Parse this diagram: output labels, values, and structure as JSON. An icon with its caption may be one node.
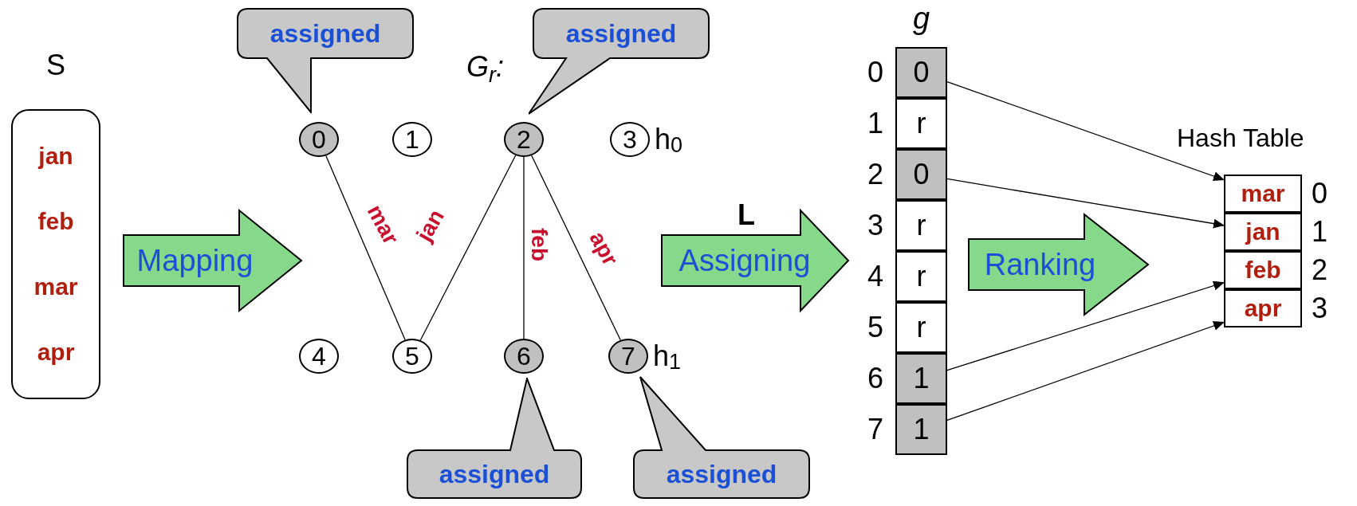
{
  "diagram": {
    "nodes": [
      {
        "text": [
          "S",
          "jan",
          "feb",
          "mar",
          "apr"
        ]
      },
      {
        "text": [
          "assigned"
        ]
      },
      {
        "text": [
          "assigned"
        ]
      },
      {
        "text": [
          "0"
        ]
      },
      {
        "text": [
          "1"
        ]
      },
      {
        "text": [
          "2"
        ]
      },
      {
        "text": [
          "3"
        ],
        "beside": [
          "h$_{0}$"
        ]
      },
      {
        "text": [
          "4"
        ]
      },
      {
        "text": [
          "5"
        ]
      },
      {
        "text": [
          "6"
        ]
      },
      {
        "text": [
          "7"
        ],
        "beside": [
          "h$_{1}$"
        ]
      },
      {
        "text": [
          "assigned"
        ]
      },
      {
        "text": [
          "assigned"
        ]
      },
      {
        "text": [
          "g"
        ]
      },
      {
        "text": [
          "0"
        ],
        "in": 13,
        "beside": [
          "0"
        ]
      },
      {
        "text": [
          "r"
        ],
        "in": 13,
        "beside": [
          "1"
        ]
      },
      {
        "text": [
          "0"
        ],
        "in": 13,
        "beside": [
          "2"
        ]
      },
      {
        "text": [
          "r"
        ],
        "in": 13,
        "beside": [
          "3"
        ]
      },
      {
        "text": [
          "r"
        ],
        "in": 13,
        "beside": [
          "4"
        ]
      },
      {
        "text": [
          "r"
        ],
        "in": 13,
        "beside": [
          "5"
        ]
      },
      {
        "text": [
          "1"
        ],
        "in": 13,
        "beside": [
          "6"
        ]
      },
      {
        "text": [
          "1"
        ],
        "in": 13,
        "beside": [
          "7"
        ]
      },
      {
        "text": [
          "Hash Table"
        ]
      },
      {
        "text": [
          "mar"
        ],
        "in": 22,
        "beside": [
          "0"
        ]
      },
      {
        "text": [
          "jan"
        ],
        "in": 22,
        "beside": [
          "1"
        ]
      },
      {
        "text": [
          "feb"
        ],
        "in": 22,
        "beside": [
          "2"
        ]
      },
      {
        "text": [
          "apr"
        ],
        "in": 22,
        "beside": [
          "3"
        ]
      }
    ],
    "edges": [
      {
        "from": 3,
        "to": 8,
        "arrow": "none",
        "label": "mar"
      },
      {
        "from": 8,
        "to": 5,
        "arrow": "none",
        "label": "jan"
      },
      {
        "from": 5,
        "to": 9,
        "arrow": "none",
        "label": "feb"
      },
      {
        "from": 5,
        "to": 10,
        "arrow": "none",
        "label": "apr"
      },
      {
        "from": 14,
        "to": 23,
        "arrow": "to"
      },
      {
        "from": 16,
        "to": 24,
        "arrow": "to"
      },
      {
        "from": 20,
        "to": 25,
        "arrow": "to"
      },
      {
        "from": 21,
        "to": 26,
        "arrow": "to"
      },
      {
        "from": 0,
        "to": null,
        "arrow": "to",
        "label": "Mapping",
        "style": "thick",
        "color": "#86d98a"
      },
      {
        "from": null,
        "to": 13,
        "arrow": "to",
        "label": "Assigning",
        "style": "thick",
        "color": "#86d98a"
      },
      {
        "from": 13,
        "to": 22,
        "arrow": "to",
        "label": "Ranking",
        "style": "thick",
        "color": "#86d98a"
      }
    ],
    "labels": [
      "G$_{r}$:",
      "L"
    ]
  }
}
